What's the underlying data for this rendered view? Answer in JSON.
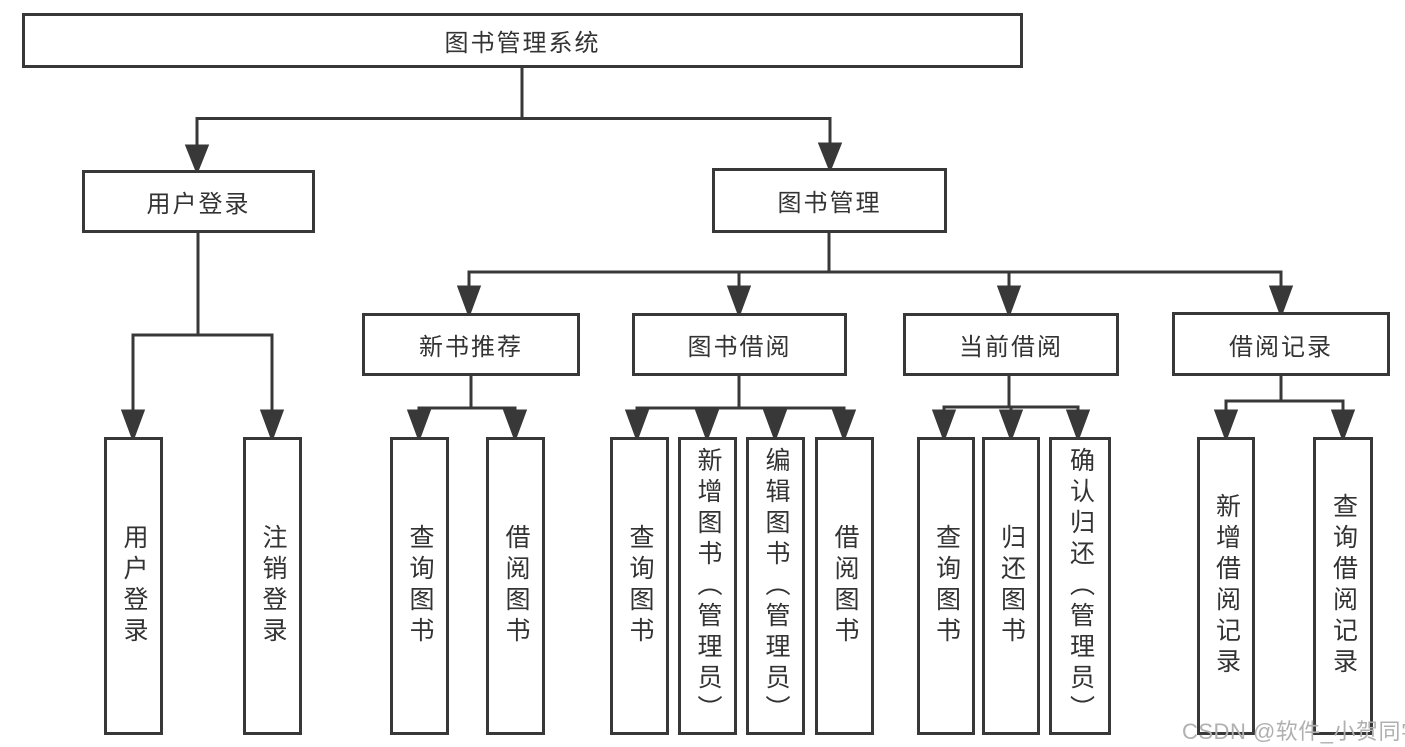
{
  "diagram_title": "图书管理系统",
  "nodes": {
    "root": "图书管理系统",
    "login": "用户登录",
    "mgmt": "图书管理",
    "l3": [
      "新书推荐",
      "图书借阅",
      "当前借阅",
      "借阅记录"
    ],
    "login_children": [
      "用户登录",
      "注销登录"
    ],
    "recommend_children": [
      "查询图书",
      "借阅图书"
    ],
    "borrow_children": [
      "查询图书",
      "新增图书（管理员）",
      "编辑图书（管理员）",
      "借阅图书"
    ],
    "current_children": [
      "查询图书",
      "归还图书",
      "确认归还（管理员）"
    ],
    "record_children": [
      "新增借阅记录",
      "查询借阅记录"
    ],
    "admin_note": "（管理员）"
  },
  "watermark": "CSDN @软件_小贺同学",
  "colors": {
    "line": "#383838",
    "text": "#333333",
    "watermark": "#b0b0b0",
    "background": "#ffffff"
  }
}
